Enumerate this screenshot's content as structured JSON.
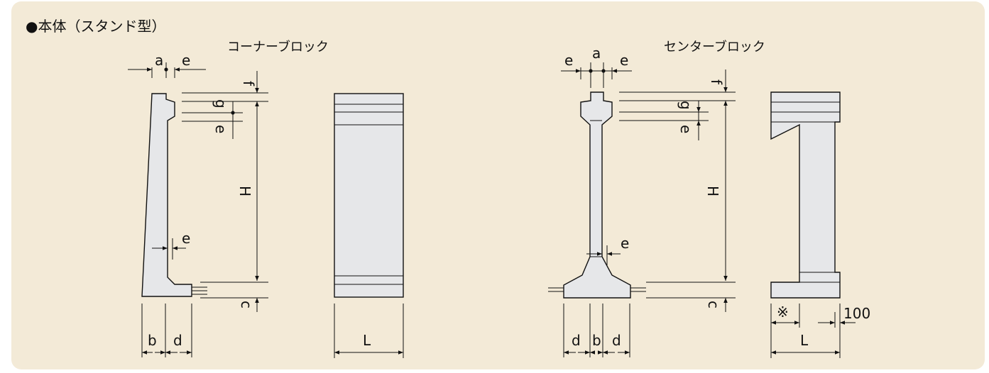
{
  "header": {
    "bullet": "●",
    "title": "本体（スタンド型）"
  },
  "corner": {
    "title": "コーナーブロック",
    "labels": {
      "a": "a",
      "e_top": "e",
      "f": "f",
      "g": "g",
      "e_left": "e",
      "H": "H",
      "e_mid": "e",
      "c": "c",
      "b": "b",
      "d": "d",
      "L": "L"
    }
  },
  "center": {
    "title": "センターブロック",
    "labels": {
      "e_top_left": "e",
      "a": "a",
      "e_top_right": "e",
      "f": "f",
      "g": "g",
      "e_left": "e",
      "H": "H",
      "e_mid": "e",
      "c": "c",
      "d_left": "d",
      "b": "b",
      "d_right": "d",
      "note_mark": "※",
      "hundred": "100",
      "L": "L"
    }
  },
  "colors": {
    "panel": "#f3ead7",
    "shape_fill": "#e6e7e9",
    "line": "#111111"
  }
}
